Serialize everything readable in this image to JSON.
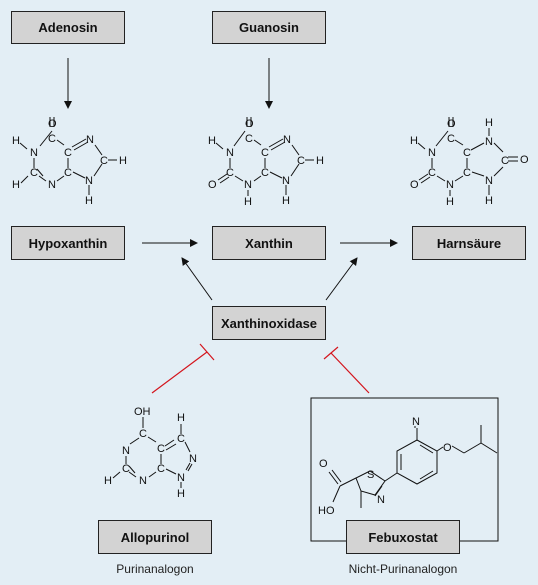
{
  "boxes": {
    "adenosin": "Adenosin",
    "guanosin": "Guanosin",
    "hypoxanthin": "Hypoxanthin",
    "xanthin": "Xanthin",
    "harnsaeure": "Harnsäure",
    "xanthinoxidase": "Xanthinoxidase",
    "allopurinol": "Allopurinol",
    "febuxostat": "Febuxostat"
  },
  "captions": {
    "allopurinol": "Purinanalogon",
    "febuxostat": "Nicht-Purinanalogon"
  },
  "atoms": {
    "H": "H",
    "N": "N",
    "C": "C",
    "O": "O",
    "OH": "OH",
    "HO": "HO",
    "S": "S"
  },
  "colors": {
    "background": "#e3eef5",
    "box": "#d3d3d3",
    "inhibition": "#d4141c"
  }
}
